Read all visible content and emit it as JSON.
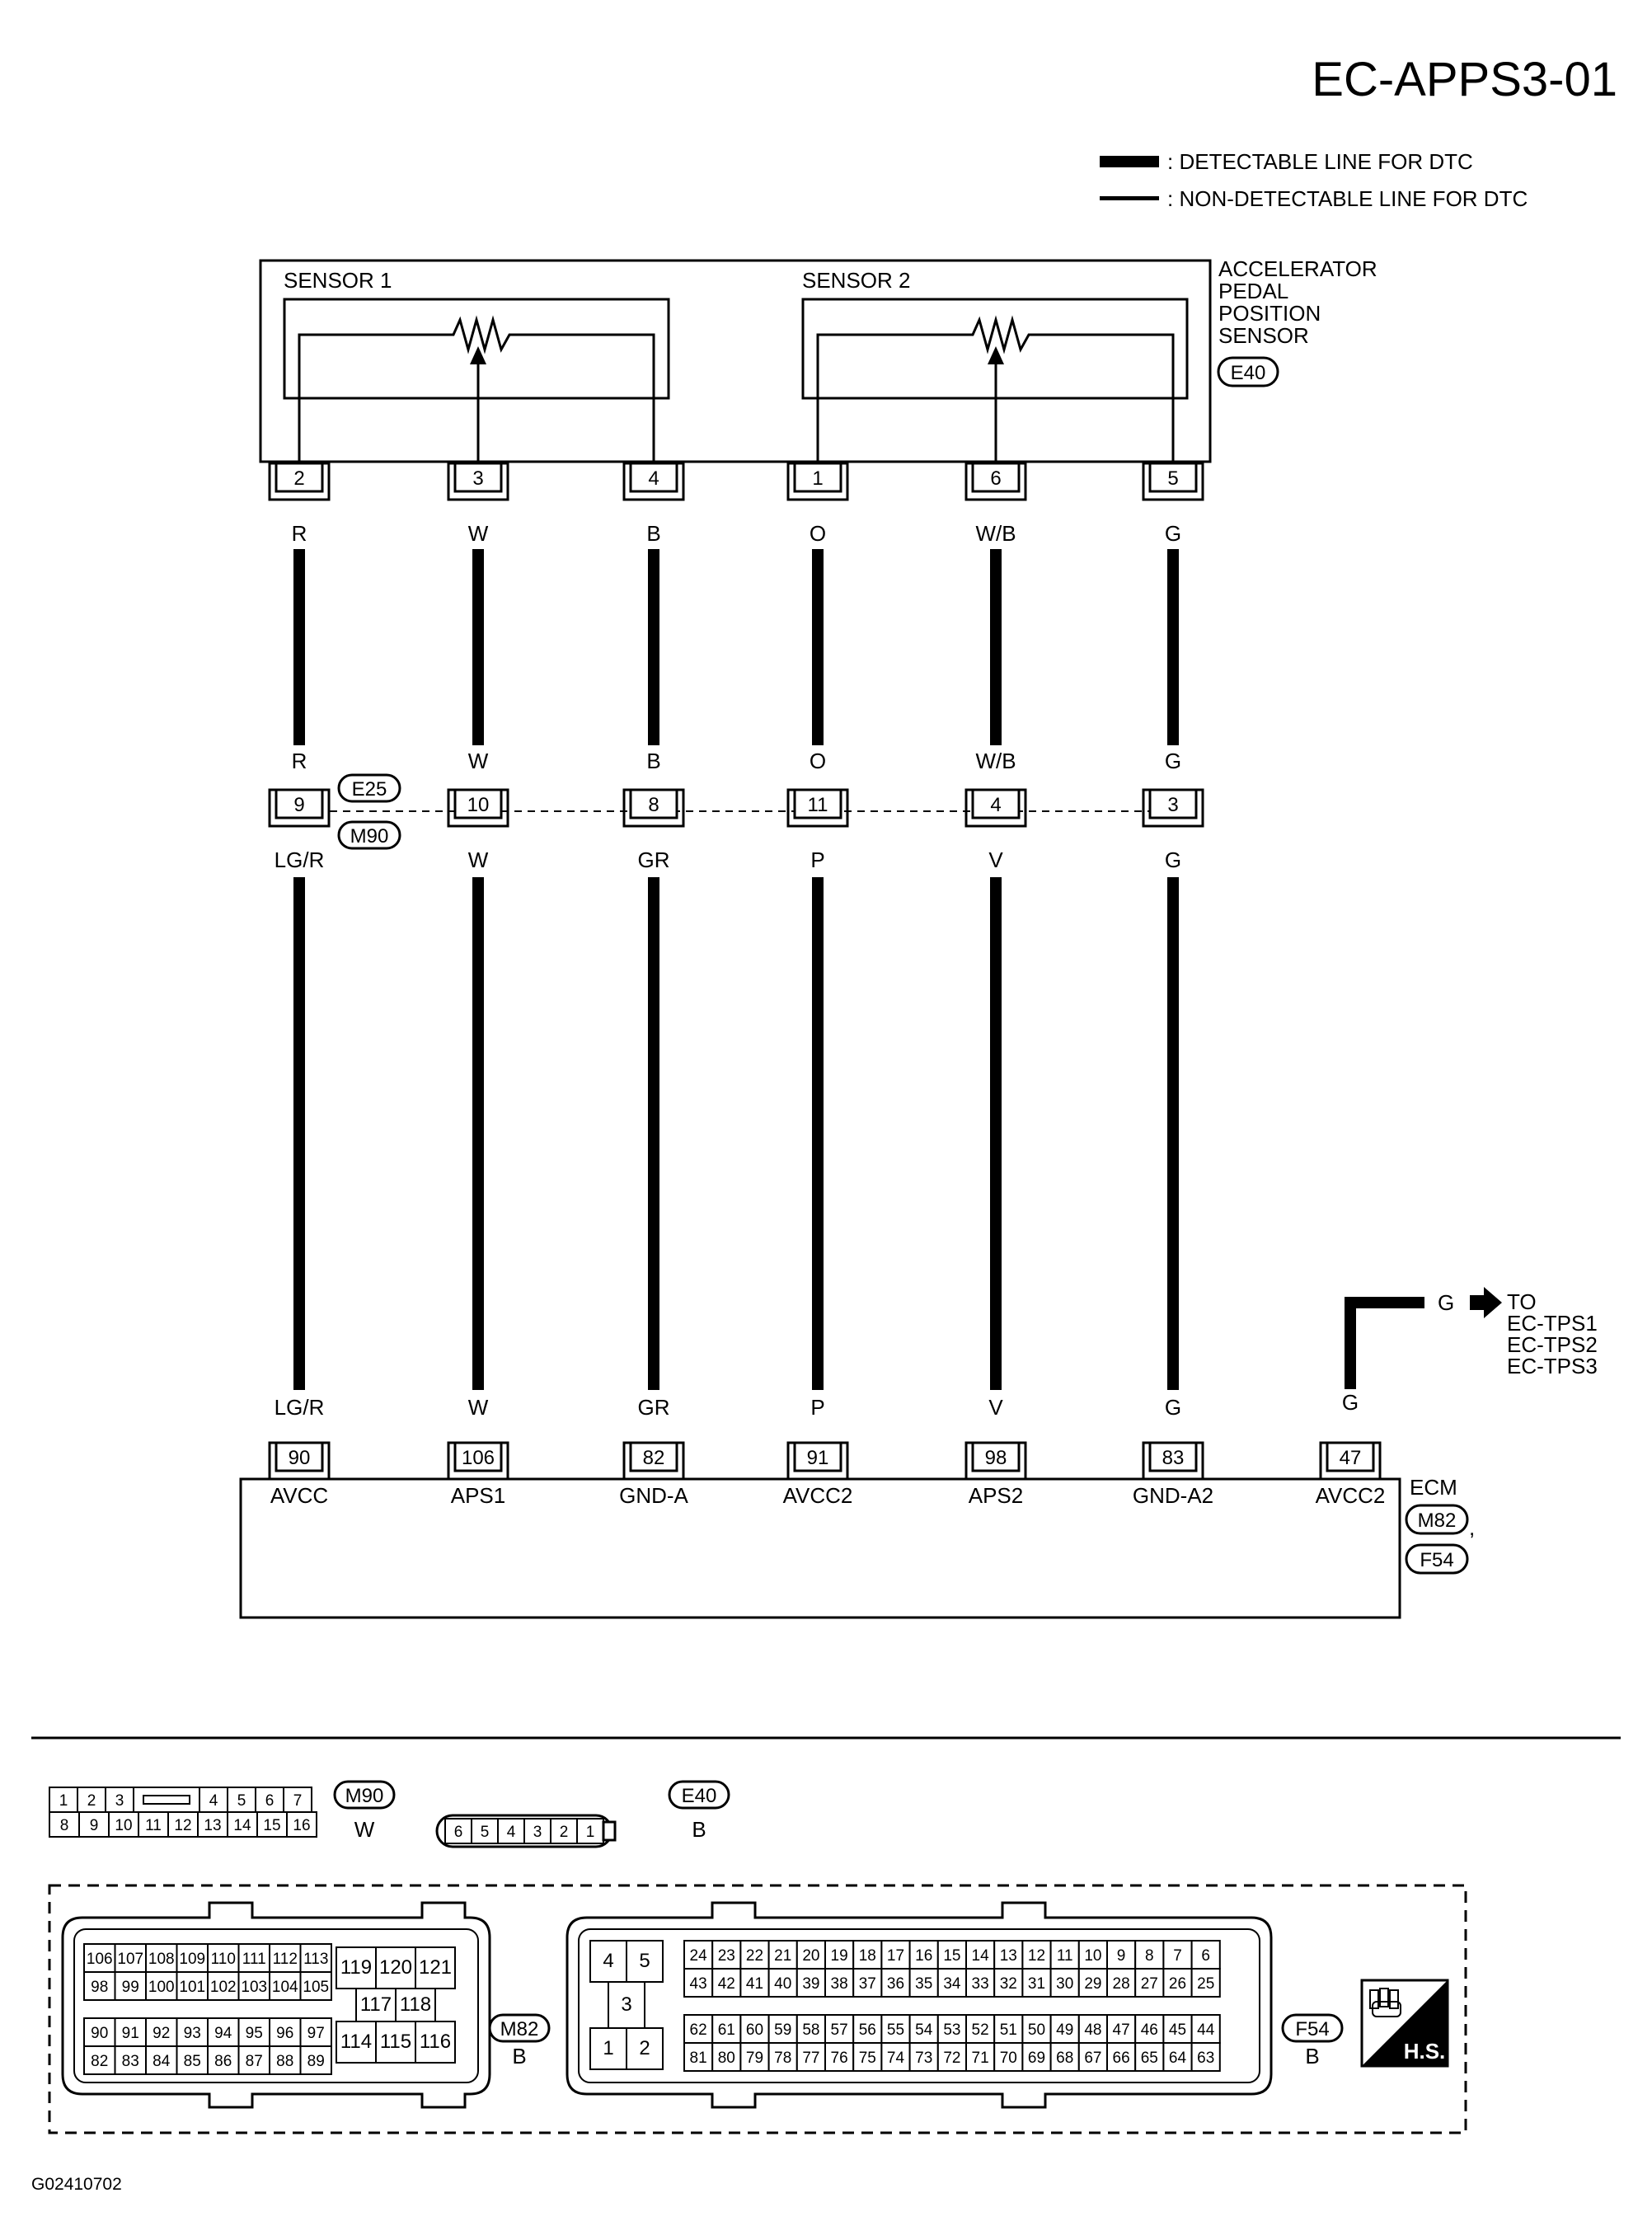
{
  "page_id": "EC-APPS3-01",
  "figure_id": "G02410702",
  "legend": {
    "detectable": ": DETECTABLE LINE FOR DTC",
    "non_detectable": ": NON-DETECTABLE LINE FOR DTC"
  },
  "sensor": {
    "label_lines": [
      "ACCELERATOR",
      "PEDAL",
      "POSITION",
      "SENSOR"
    ],
    "connector": "E40",
    "sensor1": "SENSOR 1",
    "sensor2": "SENSOR 2"
  },
  "joint": {
    "upper": "E25",
    "lower": "M90"
  },
  "ecm": {
    "label": "ECM",
    "connectors": [
      "M82",
      "F54"
    ],
    "separator": ","
  },
  "wires": [
    {
      "pin_top": "2",
      "color_top": "R",
      "pin_mid": "9",
      "color_mid_top": "R",
      "color_mid_bot": "LG/R",
      "color_ecm": "LG/R",
      "pin_ecm": "90",
      "term": "AVCC"
    },
    {
      "pin_top": "3",
      "color_top": "W",
      "pin_mid": "10",
      "color_mid_top": "W",
      "color_mid_bot": "W",
      "color_ecm": "W",
      "pin_ecm": "106",
      "term": "APS1"
    },
    {
      "pin_top": "4",
      "color_top": "B",
      "pin_mid": "8",
      "color_mid_top": "B",
      "color_mid_bot": "GR",
      "color_ecm": "GR",
      "pin_ecm": "82",
      "term": "GND-A"
    },
    {
      "pin_top": "1",
      "color_top": "O",
      "pin_mid": "11",
      "color_mid_top": "O",
      "color_mid_bot": "P",
      "color_ecm": "P",
      "pin_ecm": "91",
      "term": "AVCC2"
    },
    {
      "pin_top": "6",
      "color_top": "W/B",
      "pin_mid": "4",
      "color_mid_top": "W/B",
      "color_mid_bot": "V",
      "color_ecm": "V",
      "pin_ecm": "98",
      "term": "APS2"
    },
    {
      "pin_top": "5",
      "color_top": "G",
      "pin_mid": "3",
      "color_mid_top": "G",
      "color_mid_bot": "G",
      "color_ecm": "G",
      "pin_ecm": "83",
      "term": "GND-A2"
    }
  ],
  "extra_ecm": {
    "pin": "47",
    "term": "AVCC2",
    "color": "G",
    "arrow_color": "G",
    "to_lines": [
      "TO",
      "EC-TPS1",
      "EC-TPS2",
      "EC-TPS3"
    ]
  },
  "connectors_view": {
    "m90": {
      "name": "M90",
      "color": "W",
      "top": [
        "1",
        "2",
        "3",
        "",
        "4",
        "5",
        "6",
        "7"
      ],
      "bottom": [
        "8",
        "9",
        "10",
        "11",
        "12",
        "13",
        "14",
        "15",
        "16"
      ]
    },
    "e40": {
      "name": "E40",
      "color": "B",
      "pins": [
        "6",
        "5",
        "4",
        "3",
        "2",
        "1"
      ]
    },
    "m82": {
      "name": "M82",
      "color": "B",
      "row1": [
        "106",
        "107",
        "108",
        "109",
        "110",
        "111",
        "112",
        "113"
      ],
      "row2": [
        "98",
        "99",
        "100",
        "101",
        "102",
        "103",
        "104",
        "105"
      ],
      "row3": [
        "90",
        "91",
        "92",
        "93",
        "94",
        "95",
        "96",
        "97"
      ],
      "row4": [
        "82",
        "83",
        "84",
        "85",
        "86",
        "87",
        "88",
        "89"
      ],
      "mid_top": [
        "119",
        "120",
        "121"
      ],
      "mid_mid": [
        "117",
        "118"
      ],
      "mid_bot": [
        "114",
        "115",
        "116"
      ]
    },
    "f54": {
      "name": "F54",
      "color": "B",
      "left_top": [
        "4",
        "5"
      ],
      "left_mid": [
        "3"
      ],
      "left_bot": [
        "1",
        "2"
      ],
      "row1": [
        "24",
        "23",
        "22",
        "21",
        "20",
        "19",
        "18",
        "17",
        "16",
        "15",
        "14",
        "13",
        "12",
        "11",
        "10",
        "9",
        "8",
        "7",
        "6"
      ],
      "row2": [
        "43",
        "42",
        "41",
        "40",
        "39",
        "38",
        "37",
        "36",
        "35",
        "34",
        "33",
        "32",
        "31",
        "30",
        "29",
        "28",
        "27",
        "26",
        "25"
      ],
      "row3": [
        "62",
        "61",
        "60",
        "59",
        "58",
        "57",
        "56",
        "55",
        "54",
        "53",
        "52",
        "51",
        "50",
        "49",
        "48",
        "47",
        "46",
        "45",
        "44"
      ],
      "row4": [
        "81",
        "80",
        "79",
        "78",
        "77",
        "76",
        "75",
        "74",
        "73",
        "72",
        "71",
        "70",
        "69",
        "68",
        "67",
        "66",
        "65",
        "64",
        "63"
      ]
    },
    "hs": "H.S."
  }
}
